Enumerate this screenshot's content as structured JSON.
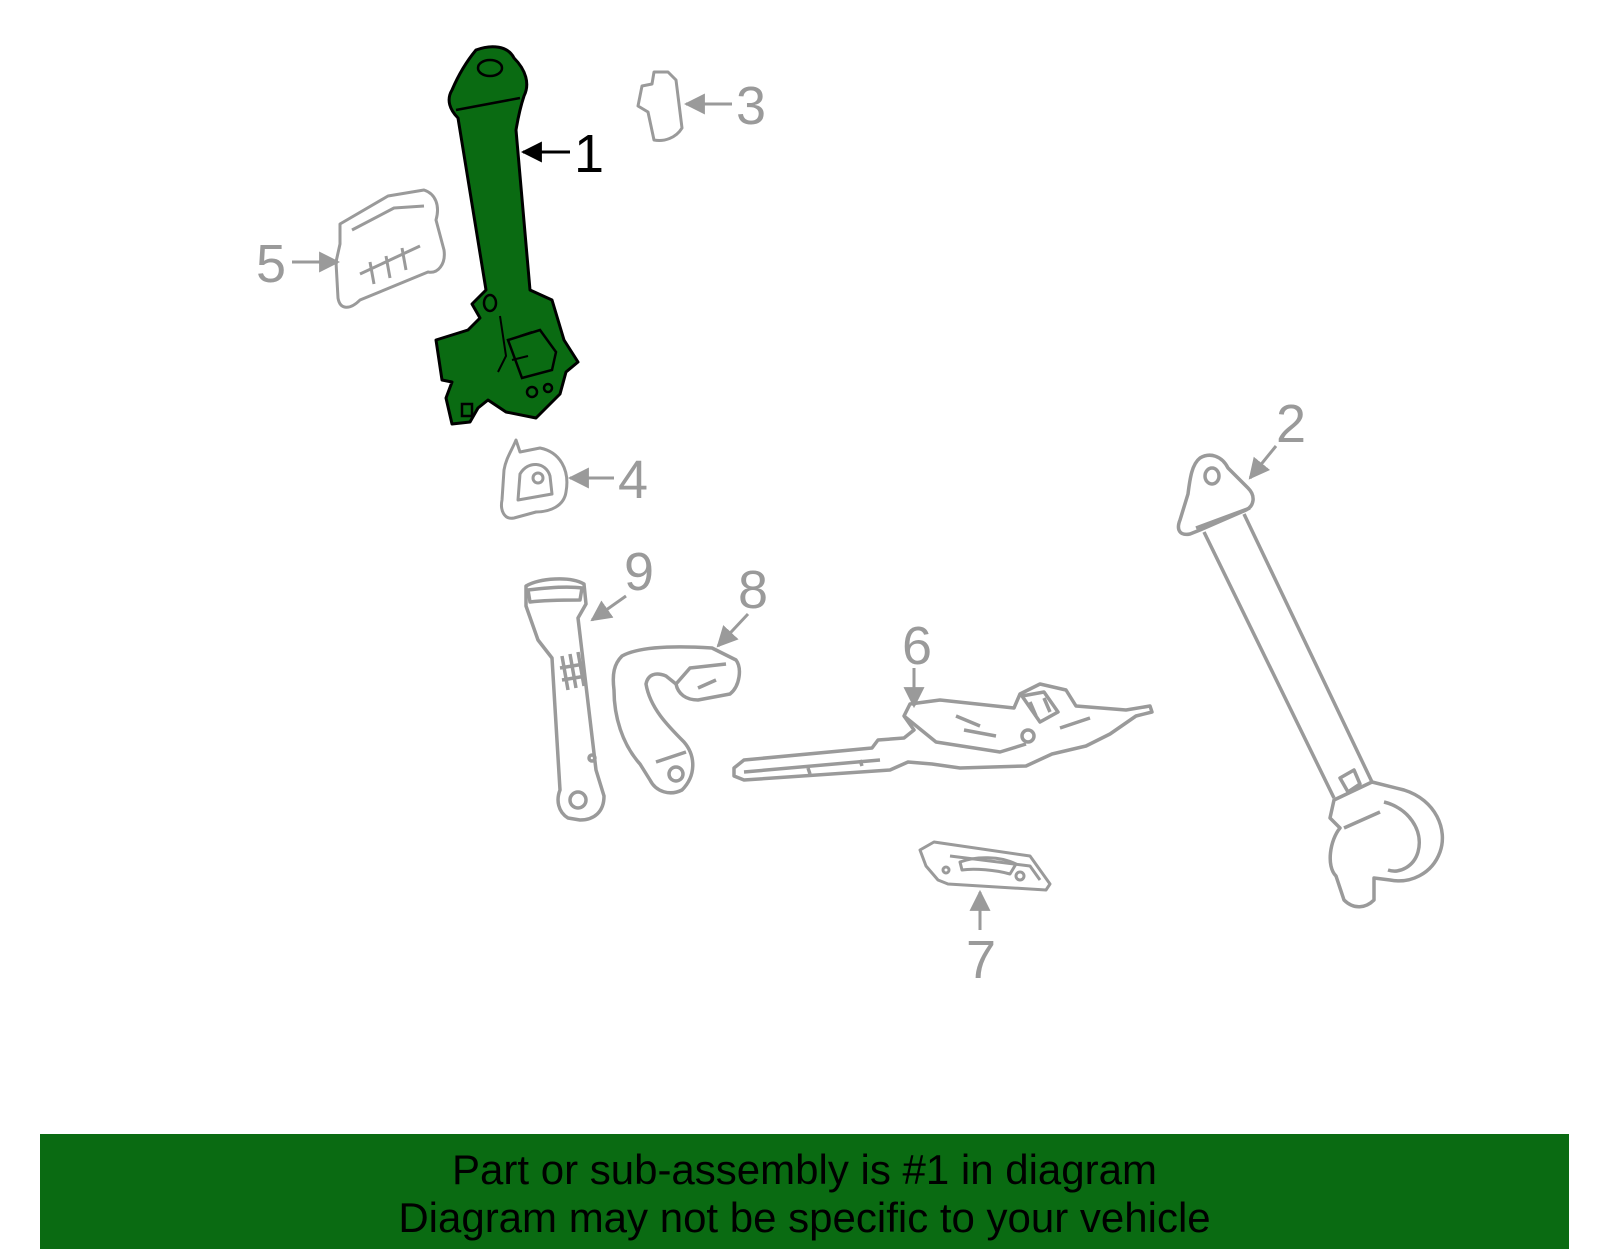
{
  "diagram": {
    "callouts": [
      {
        "id": "1",
        "label": "1"
      },
      {
        "id": "2",
        "label": "2"
      },
      {
        "id": "3",
        "label": "3"
      },
      {
        "id": "4",
        "label": "4"
      },
      {
        "id": "5",
        "label": "5"
      },
      {
        "id": "6",
        "label": "6"
      },
      {
        "id": "7",
        "label": "7"
      },
      {
        "id": "8",
        "label": "8"
      },
      {
        "id": "9",
        "label": "9"
      }
    ],
    "highlight_part": "1",
    "colors": {
      "highlight_fill": "#0a6b12",
      "highlight_stroke": "#000000",
      "part_stroke": "#9a9a9a",
      "banner_bg": "#0a6b12",
      "banner_text": "#000000"
    }
  },
  "banner": {
    "line1": "Part or sub-assembly is #1 in diagram",
    "line2": "Diagram may not be specific to your vehicle"
  }
}
